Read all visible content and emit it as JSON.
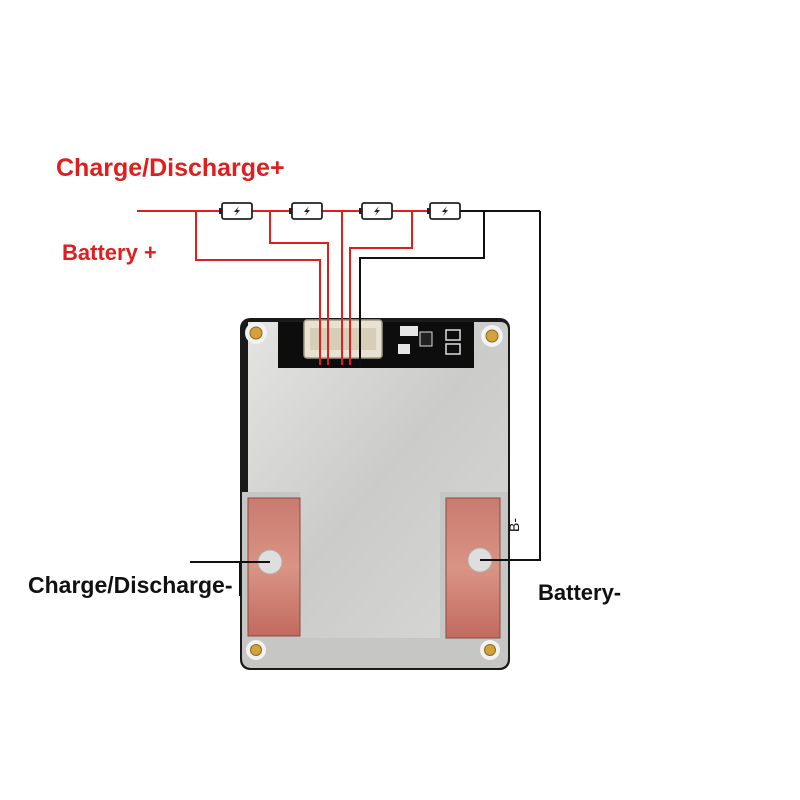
{
  "labels": {
    "charge_discharge_plus": "Charge/Discharge+",
    "battery_plus": "Battery +",
    "charge_discharge_minus": "Charge/Discharge-",
    "battery_minus": "Battery-",
    "b_minus": "B-"
  },
  "cells": [
    {
      "symbol": "battery-icon"
    },
    {
      "symbol": "battery-icon"
    },
    {
      "symbol": "battery-icon"
    },
    {
      "symbol": "battery-icon"
    }
  ],
  "colors": {
    "positive_wire": "#e01e1e",
    "negative_wire": "#111111",
    "board_plate": "#cfcfcd",
    "copper_pad": "#c9716a",
    "connector_pcb": "#0d0d0d"
  }
}
